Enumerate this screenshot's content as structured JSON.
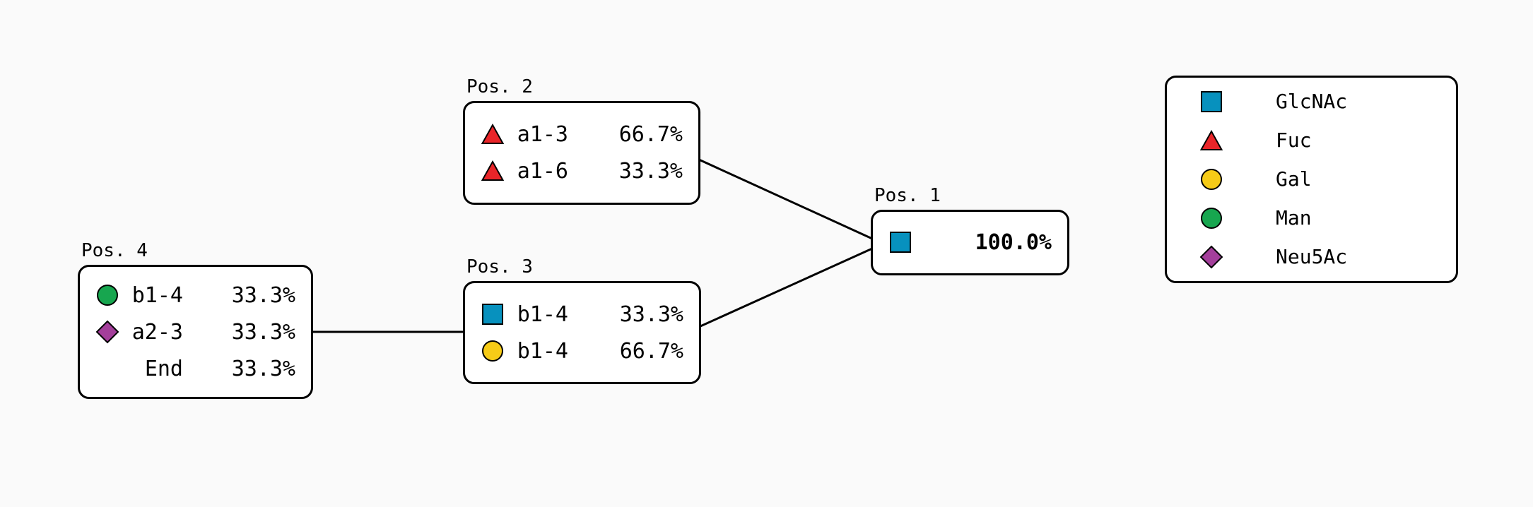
{
  "figure": {
    "background": "#FAFAFA",
    "box_fill": "#FFFFFF",
    "box_border": "#000000",
    "edge_color": "#000000",
    "text_color": "#000000"
  },
  "nodes": [
    {
      "id": "pos1",
      "label": "Pos. 1",
      "rows": [
        {
          "sugar": "GlcNAc",
          "shape": "square",
          "color": "#0791BE",
          "linkage": "",
          "pct": "100.0%",
          "bold": true
        }
      ]
    },
    {
      "id": "pos2",
      "label": "Pos. 2",
      "rows": [
        {
          "sugar": "Fuc",
          "shape": "triangle",
          "color": "#E92529",
          "linkage": "a1-3",
          "pct": "66.7%"
        },
        {
          "sugar": "Fuc",
          "shape": "triangle",
          "color": "#E92529",
          "linkage": "a1-6",
          "pct": "33.3%"
        }
      ]
    },
    {
      "id": "pos3",
      "label": "Pos. 3",
      "rows": [
        {
          "sugar": "GlcNAc",
          "shape": "square",
          "color": "#0791BE",
          "linkage": "b1-4",
          "pct": "33.3%"
        },
        {
          "sugar": "Gal",
          "shape": "circle",
          "color": "#F6CB17",
          "linkage": "b1-4",
          "pct": "66.7%"
        }
      ]
    },
    {
      "id": "pos4",
      "label": "Pos. 4",
      "rows": [
        {
          "sugar": "Man",
          "shape": "circle",
          "color": "#17A64F",
          "linkage": "b1-4",
          "pct": "33.3%"
        },
        {
          "sugar": "Neu5Ac",
          "shape": "diamond",
          "color": "#A43F9B",
          "linkage": "a2-3",
          "pct": "33.3%"
        },
        {
          "sugar": null,
          "shape": "none",
          "linkage": "End",
          "pct": "33.3%"
        }
      ]
    }
  ],
  "edges": [
    {
      "from": "Pos. 2",
      "to": "Pos. 1"
    },
    {
      "from": "Pos. 3",
      "to": "Pos. 1"
    },
    {
      "from": "Pos. 4",
      "to": "Pos. 3"
    }
  ],
  "legend": {
    "items": [
      {
        "label": "GlcNAc",
        "shape": "square",
        "color": "#0791BE"
      },
      {
        "label": "Fuc",
        "shape": "triangle",
        "color": "#E92529"
      },
      {
        "label": "Gal",
        "shape": "circle",
        "color": "#F6CB17"
      },
      {
        "label": "Man",
        "shape": "circle",
        "color": "#17A64F"
      },
      {
        "label": "Neu5Ac",
        "shape": "diamond",
        "color": "#A43F9B"
      }
    ]
  }
}
